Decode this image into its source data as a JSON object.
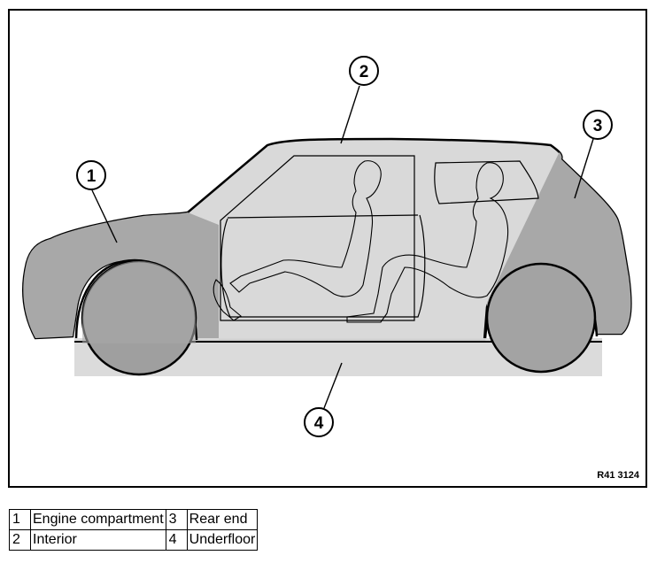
{
  "figure": {
    "code": "R41 3124",
    "callouts": [
      "1",
      "2",
      "3",
      "4"
    ]
  },
  "legend": [
    {
      "num_a": "1",
      "label_a": "Engine compartment",
      "num_b": "3",
      "label_b": "Rear end"
    },
    {
      "num_a": "2",
      "label_a": "Interior",
      "num_b": "4",
      "label_b": "Underfloor"
    }
  ],
  "colors": {
    "body_grey": "#d9d9d9",
    "zone_grey": "#a8a8a8",
    "outline": "#000000"
  }
}
